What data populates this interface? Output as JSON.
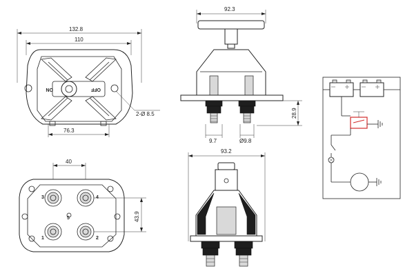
{
  "front_view": {
    "overall_width": "132.8",
    "inner_width": "110",
    "bottom_width": "76.3",
    "hole_note": "2-Ø 8.5",
    "on_label": "ON",
    "off_label": "OFF"
  },
  "side_view": {
    "handle_width": "92.3",
    "height": "28.9",
    "terminal_offset": "9.7",
    "terminal_diameter": "Ø9.8"
  },
  "bottom_view": {
    "terminal_spacing": "40",
    "height": "43.9",
    "terminal_labels": [
      "3",
      "4",
      "1",
      "2",
      "5"
    ]
  },
  "lower_side_view": {
    "width": "93.2"
  },
  "wiring_diagram": {
    "accent_color": "#d22b2b"
  }
}
